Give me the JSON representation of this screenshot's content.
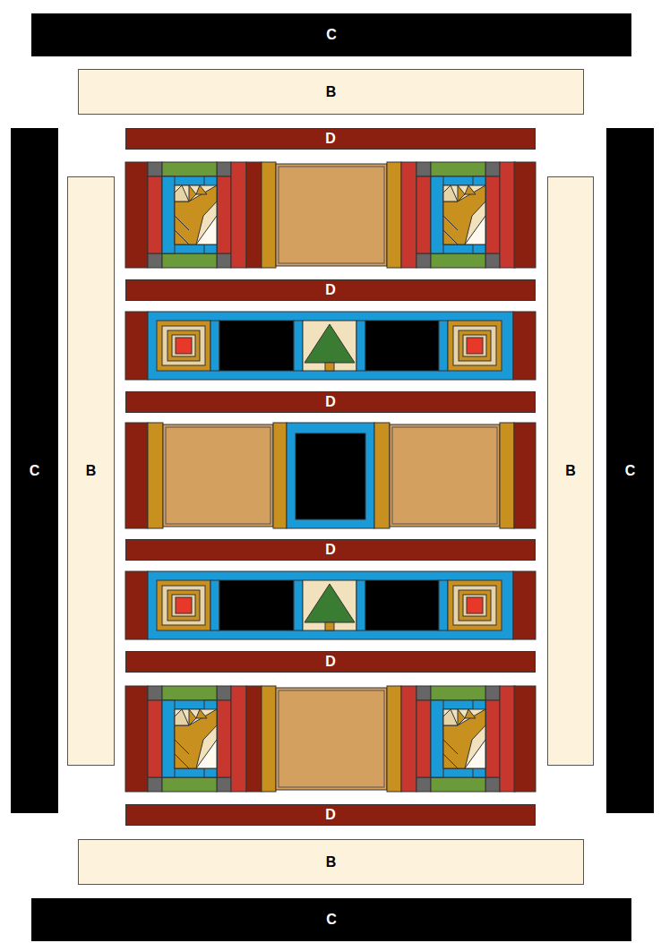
{
  "diagram": {
    "nodes": [
      {
        "text": [
          "C"
        ]
      },
      {
        "text": [
          "B"
        ]
      },
      {
        "text": [
          "D"
        ]
      },
      {
        "text": [
          "D"
        ]
      },
      {
        "text": [
          "D"
        ]
      },
      {
        "text": [
          "C"
        ]
      },
      {
        "text": [
          "B"
        ]
      },
      {
        "text": [
          "B"
        ]
      },
      {
        "text": [
          "C"
        ]
      },
      {
        "text": [
          "D"
        ]
      },
      {
        "text": [
          "D"
        ]
      },
      {
        "text": [
          "D"
        ]
      },
      {
        "text": [
          "B"
        ]
      },
      {
        "text": [
          "C"
        ]
      }
    ]
  }
}
